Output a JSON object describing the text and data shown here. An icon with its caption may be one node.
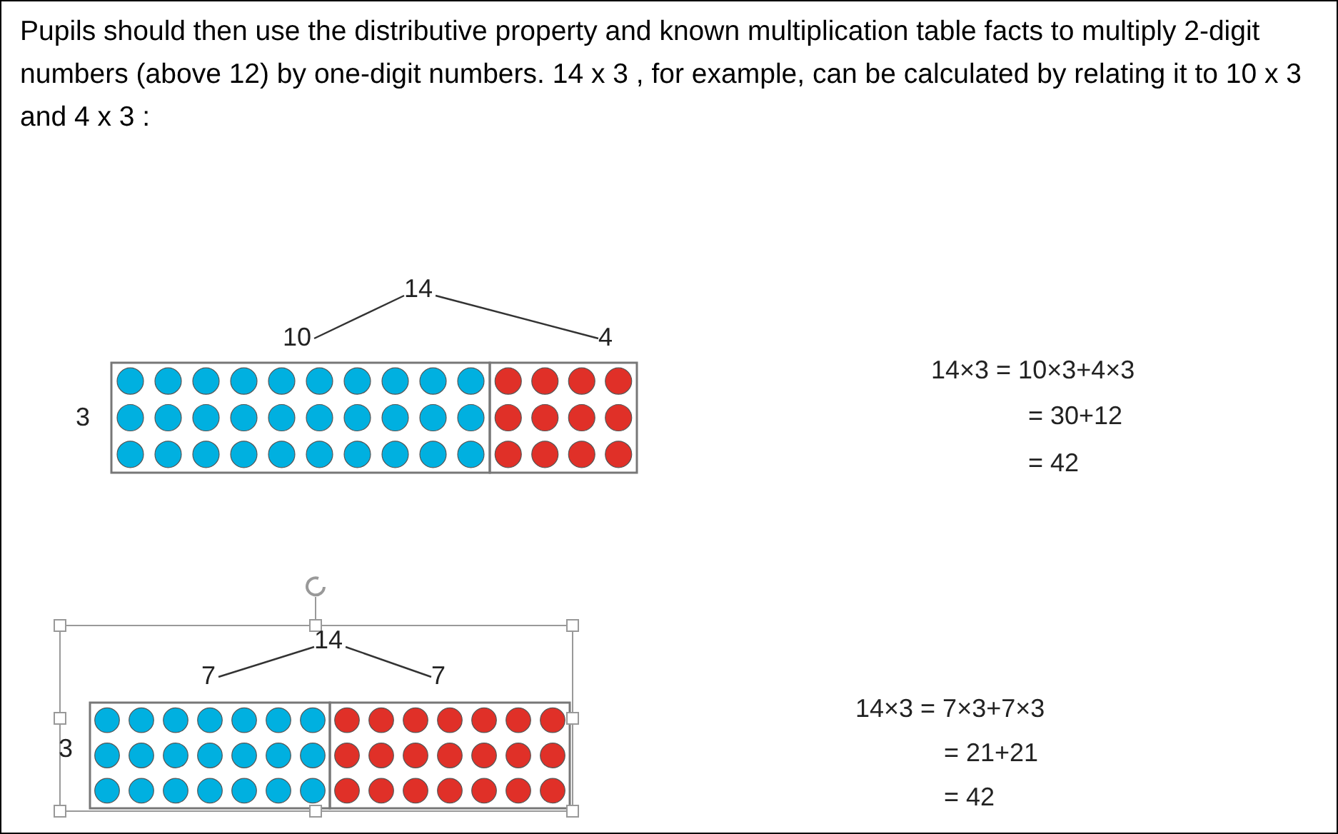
{
  "diagram": {
    "nodes": [
      {
        "text": [
          "14"
        ]
      },
      {
        "text": [
          "10"
        ]
      },
      {
        "text": [
          "4"
        ]
      },
      {
        "text": [
          "14"
        ]
      },
      {
        "text": [
          "7"
        ]
      },
      {
        "text": [
          "7"
        ]
      }
    ],
    "edges": [
      {
        "from": 0,
        "to": 1,
        "arrow": "none"
      },
      {
        "from": 0,
        "to": 2,
        "arrow": "none"
      },
      {
        "from": 3,
        "to": 4,
        "arrow": "none"
      },
      {
        "from": 3,
        "to": 5,
        "arrow": "none"
      }
    ],
    "labels": [
      "Pupils should then use the distributive property and known multiplication table facts to multiply 2-digit numbers (above 12) by one-digit numbers. 14 x 3 , for example, can be calculated by relating it to 10 x 3 and 4 x 3 :",
      "3",
      "14×3 = 10×3+4×3",
      "= 30+12",
      "= 42",
      "3",
      "14×3 = 7×3+7×3",
      "= 21+21",
      "= 42"
    ]
  }
}
